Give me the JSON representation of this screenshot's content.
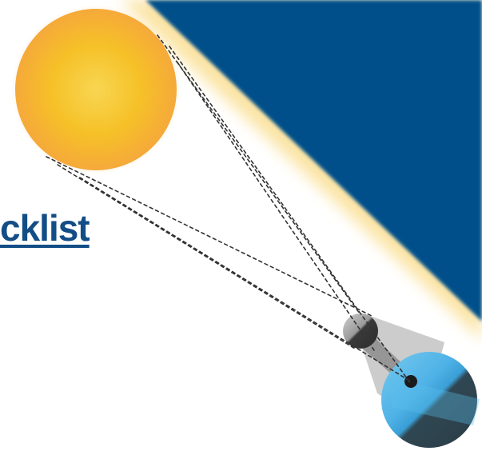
{
  "heading": {
    "text": "cklist"
  },
  "colors": {
    "sky": "#044f8a",
    "sun_core": "#f6c92c",
    "sun_edge": "#f6b33c",
    "sun_glow": "#fde9b0",
    "heading": "#124d86",
    "moon_light": "#b8b8b8",
    "moon_dark": "#3b3b3b",
    "earth_day": "#5ab7e8",
    "earth_night": "#2e4450",
    "umbra": "#1b1b1b",
    "guide_lines": "#333333"
  },
  "diagram": {
    "bodies": [
      "sun",
      "moon",
      "earth"
    ],
    "shadow_cones": [
      "penumbra",
      "umbra"
    ],
    "guide_line_style": "dashed"
  }
}
